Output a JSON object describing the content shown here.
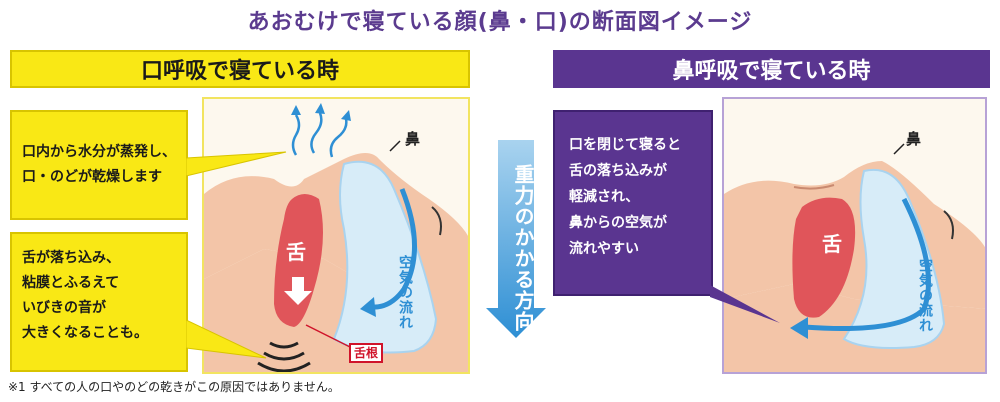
{
  "title": "あおむけで寝ている顔(鼻・口)の断面図イメージ",
  "left": {
    "header": "口呼吸で寝ている時",
    "note_dry_lines": [
      "口内から水分が蒸発し、",
      "口・のどが乾燥します"
    ],
    "note_tongue_lines": [
      "舌が落ち込み、",
      "粘膜とふるえて",
      "いびきの音が",
      "大きくなることも。"
    ],
    "label_nose": "鼻",
    "label_tongue": "舌",
    "label_airflow": "空気の流れ",
    "label_root": "舌根"
  },
  "right": {
    "header": "鼻呼吸で寝ている時",
    "note_lines": [
      "口を閉じて寝ると",
      "舌の落ち込みが",
      "軽減され、",
      "鼻からの空気が",
      "流れやすい"
    ],
    "label_nose": "鼻",
    "label_tongue": "舌",
    "label_airflow": "空気の流れ"
  },
  "gravity_label": "重力のかかる方向",
  "footnote": "※1 すべての人の口やのどの乾きがこの原因ではありません。",
  "colors": {
    "yellow": "#f9e815",
    "purple": "#5a3590",
    "arrow_blue": "#2e8fd4",
    "tongue": "#e0555a",
    "skin": "#f3c5a8",
    "airway": "#d7ecf8",
    "root_red": "#d0142b"
  }
}
